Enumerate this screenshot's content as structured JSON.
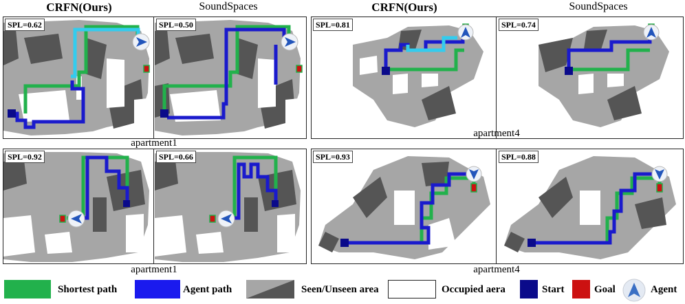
{
  "titles": {
    "col1": "CRFN(Ours)",
    "col2": "SoundSpaces",
    "col3": "CRFN(Ours)",
    "col4": "SoundSpaces"
  },
  "captions": {
    "tl": "apartment1",
    "tr": "apartment4",
    "bl": "apartment1",
    "br": "apartment4"
  },
  "spl": {
    "p1": "SPL=0.62",
    "p2": "SPL=0.50",
    "p3": "SPL=0.81",
    "p4": "SPL=0.74",
    "p5": "SPL=0.92",
    "p6": "SPL=0.66",
    "p7": "SPL=0.93",
    "p8": "SPL=0.88"
  },
  "legend": {
    "shortest": "Shortest path",
    "agent_path": "Agent path",
    "seen": "Seen/Unseen area",
    "occupied": "Occupied aera",
    "start": "Start",
    "goal": "Goal",
    "agent": "Agent"
  },
  "colors": {
    "shortest": "#22b14c",
    "agent_path": "#1a1acc",
    "seen": "#a6a6a6",
    "unseen": "#555555",
    "start": "#0a0a8a",
    "goal": "#cc1111",
    "agent_light": "#33ccee"
  }
}
